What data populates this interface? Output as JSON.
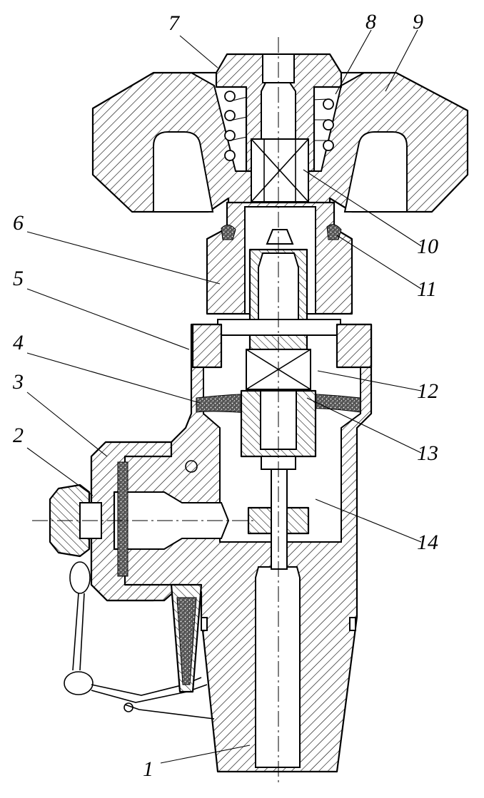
{
  "figure": {
    "callouts": [
      {
        "id": "label-1",
        "text": "1"
      },
      {
        "id": "label-2",
        "text": "2"
      },
      {
        "id": "label-3",
        "text": "3"
      },
      {
        "id": "label-4",
        "text": "4"
      },
      {
        "id": "label-5",
        "text": "5"
      },
      {
        "id": "label-6",
        "text": "6"
      },
      {
        "id": "label-7",
        "text": "7"
      },
      {
        "id": "label-8",
        "text": "8"
      },
      {
        "id": "label-9",
        "text": "9"
      },
      {
        "id": "label-10",
        "text": "10"
      },
      {
        "id": "label-11",
        "text": "11"
      },
      {
        "id": "label-12",
        "text": "12"
      },
      {
        "id": "label-13",
        "text": "13"
      },
      {
        "id": "label-14",
        "text": "14"
      }
    ]
  },
  "colors": {
    "ink": "#000000",
    "paper": "#ffffff"
  }
}
